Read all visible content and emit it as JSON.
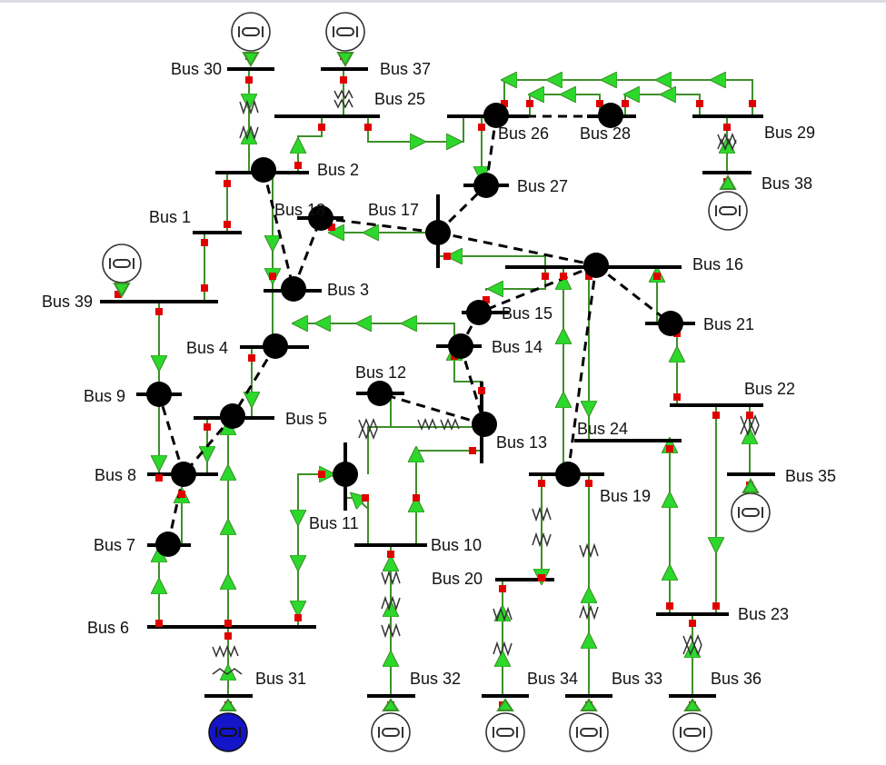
{
  "colors": {
    "line": "#3f8f2a",
    "arrow": "#2bd82b",
    "breaker": "#e00000",
    "bus": "#000000",
    "node": "#000000",
    "dashed": "#000000",
    "gen_slack": "#1414c8"
  },
  "bus_labels": {
    "bus1": "Bus 1",
    "bus2": "Bus 2",
    "bus3": "Bus 3",
    "bus4": "Bus 4",
    "bus5": "Bus 5",
    "bus6": "Bus 6",
    "bus7": "Bus 7",
    "bus8": "Bus 8",
    "bus9": "Bus 9",
    "bus10": "Bus 10",
    "bus11": "Bus 11",
    "bus12": "Bus 12",
    "bus13": "Bus 13",
    "bus14": "Bus 14",
    "bus15": "Bus 15",
    "bus16": "Bus 16",
    "bus17": "Bus 17",
    "bus18": "Bus 18",
    "bus19": "Bus 19",
    "bus20": "Bus 20",
    "bus21": "Bus 21",
    "bus22": "Bus 22",
    "bus23": "Bus 23",
    "bus24": "Bus 24",
    "bus25": "Bus 25",
    "bus26": "Bus 26",
    "bus27": "Bus 27",
    "bus28": "Bus 28",
    "bus29": "Bus 29",
    "bus30": "Bus 30",
    "bus31": "Bus 31",
    "bus32": "Bus 32",
    "bus33": "Bus 33",
    "bus34": "Bus 34",
    "bus35": "Bus 35",
    "bus36": "Bus 36",
    "bus37": "Bus 37",
    "bus38": "Bus 38",
    "bus39": "Bus 39"
  },
  "icons": {
    "generator": "generator-icon",
    "transformer": "transformer-icon",
    "node": "fault-node-icon"
  }
}
